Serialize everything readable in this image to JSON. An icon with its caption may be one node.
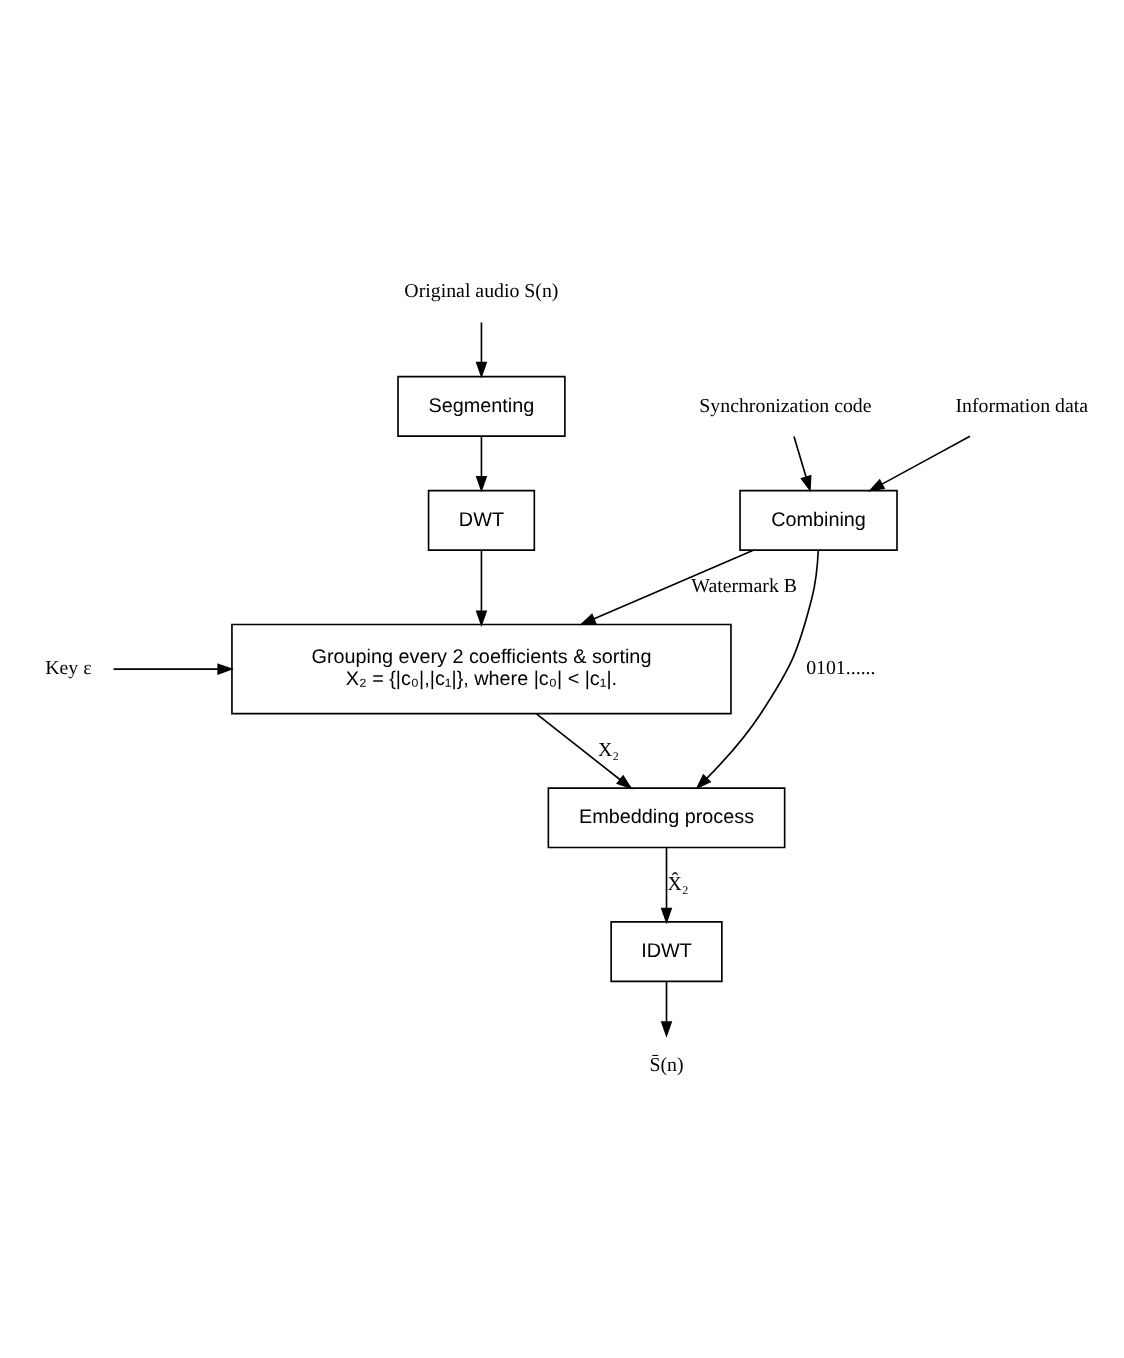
{
  "diagram": {
    "nodes": [
      {
        "text": [
          "Original audio S(n)"
        ]
      },
      {
        "text": [
          "Segmenting"
        ]
      },
      {
        "text": [
          "DWT"
        ]
      },
      {
        "text": [
          "Grouping every 2 coefficients & sorting",
          "X₂ = {|c₀|,|c₁|}, where |c₀| < |c₁|."
        ]
      },
      {
        "text": [
          "Key ε"
        ]
      },
      {
        "text": [
          "Embedding process"
        ]
      },
      {
        "text": [
          "IDWT"
        ]
      },
      {
        "text": [
          "S̄(n)"
        ]
      },
      {
        "text": [
          "Synchronization code"
        ]
      },
      {
        "text": [
          "Information data"
        ]
      },
      {
        "text": [
          "Combining"
        ]
      }
    ],
    "edges": [
      {
        "from": 0,
        "to": 1,
        "arrow": "to"
      },
      {
        "from": 1,
        "to": 2,
        "arrow": "to"
      },
      {
        "from": 2,
        "to": 3,
        "arrow": "to"
      },
      {
        "from": 4,
        "to": 3,
        "arrow": "to"
      },
      {
        "from": 3,
        "to": 5,
        "arrow": "to",
        "label": "X₂"
      },
      {
        "from": 10,
        "to": 3,
        "arrow": "to",
        "label": "Watermark B"
      },
      {
        "from": 10,
        "to": 5,
        "arrow": "to",
        "label": "0101......"
      },
      {
        "from": 5,
        "to": 6,
        "arrow": "to",
        "label": "X̂₂"
      },
      {
        "from": 6,
        "to": 7,
        "arrow": "to"
      },
      {
        "from": 8,
        "to": 10,
        "arrow": "to"
      },
      {
        "from": 9,
        "to": 10,
        "arrow": "to"
      }
    ]
  }
}
